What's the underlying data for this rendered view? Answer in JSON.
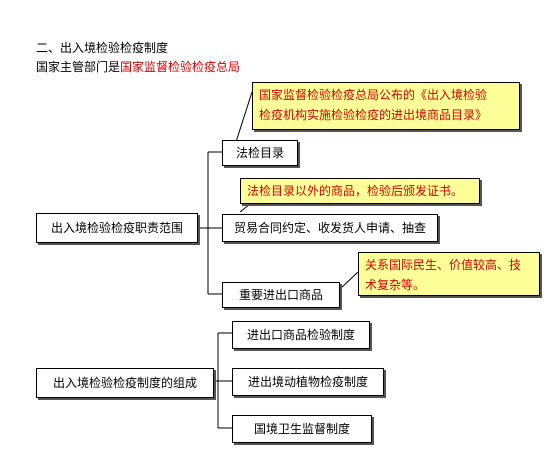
{
  "heading": "二、出入境检验检疫制度",
  "authority": {
    "prefix": "国家主管部门是",
    "name": "国家监督检验检疫总局"
  },
  "scope": {
    "label": "出入境检验检疫职责范围",
    "items": [
      {
        "label": "法检目录"
      },
      {
        "label": "贸易合同约定、收发货人申请、抽查"
      },
      {
        "label": "重要进出口商品"
      }
    ],
    "notes": [
      {
        "line1": "国家监督检验检疫总局公布的《出入境检验",
        "line2": "检疫机构实施检验检疫的进出境商品目录》"
      },
      {
        "line1": "法检目录以外的商品，检验后颁发证书。"
      },
      {
        "line1": "关系国际民生、价值较高、技",
        "line2": "术复杂等。"
      }
    ]
  },
  "system": {
    "label": "出入境检验检疫制度的组成",
    "items": [
      {
        "label": "进出口商品检验制度"
      },
      {
        "label": "进出境动植物检疫制度"
      },
      {
        "label": "国境卫生监督制度"
      }
    ]
  }
}
